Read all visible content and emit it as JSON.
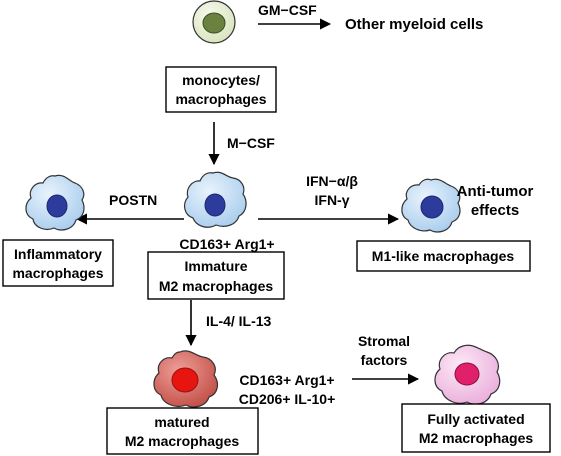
{
  "top": {
    "stimulus": "GM−CSF",
    "outcome": "Other myeloid cells"
  },
  "progenitor_box": {
    "line1": "monocytes/",
    "line2": "macrophages"
  },
  "step1_stimulus": "M−CSF",
  "left_branch": {
    "stimulus": "POSTN",
    "box_line1": "Inflammatory",
    "box_line2": "macrophages"
  },
  "right_branch": {
    "stimulus_line1": "IFN−α/β",
    "stimulus_line2": "IFN-γ",
    "effect_line1": "Anti-tumor",
    "effect_line2": "effects",
    "box_label": "M1-like macrophages"
  },
  "immature": {
    "markers": "CD163+ Arg1+",
    "box_line1": "Immature",
    "box_line2": "M2 macrophages"
  },
  "step2_stimulus": "IL-4/ IL-13",
  "matured": {
    "markers_line1": "CD163+ Arg1+",
    "markers_line2": "CD206+ IL-10+",
    "box_line1": "matured",
    "box_line2": "M2 macrophages"
  },
  "activation": {
    "stimulus_line1": "Stromal",
    "stimulus_line2": "factors",
    "box_line1": "Fully activated",
    "box_line2": "M2 macrophages"
  },
  "colors": {
    "monocyte_fill": "#e8efd4",
    "monocyte_nucleus": "#6b8140",
    "macrophage_fill": "#cfe4f6",
    "macrophage_nucleus": "#2d3c9c",
    "matured_fill": "#d96a62",
    "matured_nucleus": "#e8140f",
    "activated_fill": "#f7cdeb",
    "activated_nucleus": "#e0206a"
  }
}
